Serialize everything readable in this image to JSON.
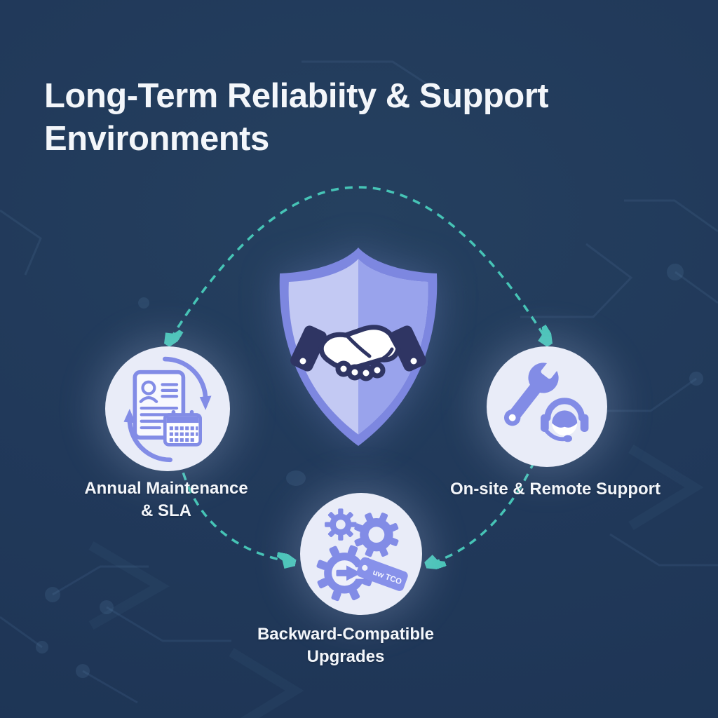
{
  "page": {
    "title": "Long-Term Reliabiity & Support\nEnvironments"
  },
  "center_node": {
    "icon": "shield-handshake-icon",
    "meaning": "trust-partnership-shield"
  },
  "nodes": [
    {
      "id": "annual-maintenance",
      "icon": "document-calendar-sync-icon",
      "label": "Annual Maintenance\n& SLA"
    },
    {
      "id": "onsite-remote-support",
      "icon": "wrench-headset-icon",
      "label": "On-site & Remote Support"
    },
    {
      "id": "backward-compatible-upgrades",
      "icon": "gears-price-tag-icon",
      "label": "Backward-Compatible\nUpgrades",
      "tag_text": "uw TCO"
    }
  ],
  "connections": [
    {
      "id": "top-arc",
      "type": "dashed-double-arrow",
      "ends": [
        "annual-maintenance",
        "onsite-remote-support"
      ]
    },
    {
      "id": "left-down-arc",
      "type": "dashed-arrow",
      "from": "annual-maintenance",
      "to": "backward-compatible-upgrades"
    },
    {
      "id": "right-down-arc",
      "type": "dashed-arrow",
      "from": "onsite-remote-support",
      "to": "backward-compatible-upgrades"
    }
  ],
  "colors": {
    "background": "#21395a",
    "accent_periwinkle": "#828ce6",
    "shield_light_half": "#c3c9f3",
    "shield_dark_half": "#99a3ec",
    "circle_fill": "#e9ecf8",
    "arrow_teal": "#46c4b6",
    "handshake_outline": "#2f3563",
    "text": "#f3f6fa"
  }
}
